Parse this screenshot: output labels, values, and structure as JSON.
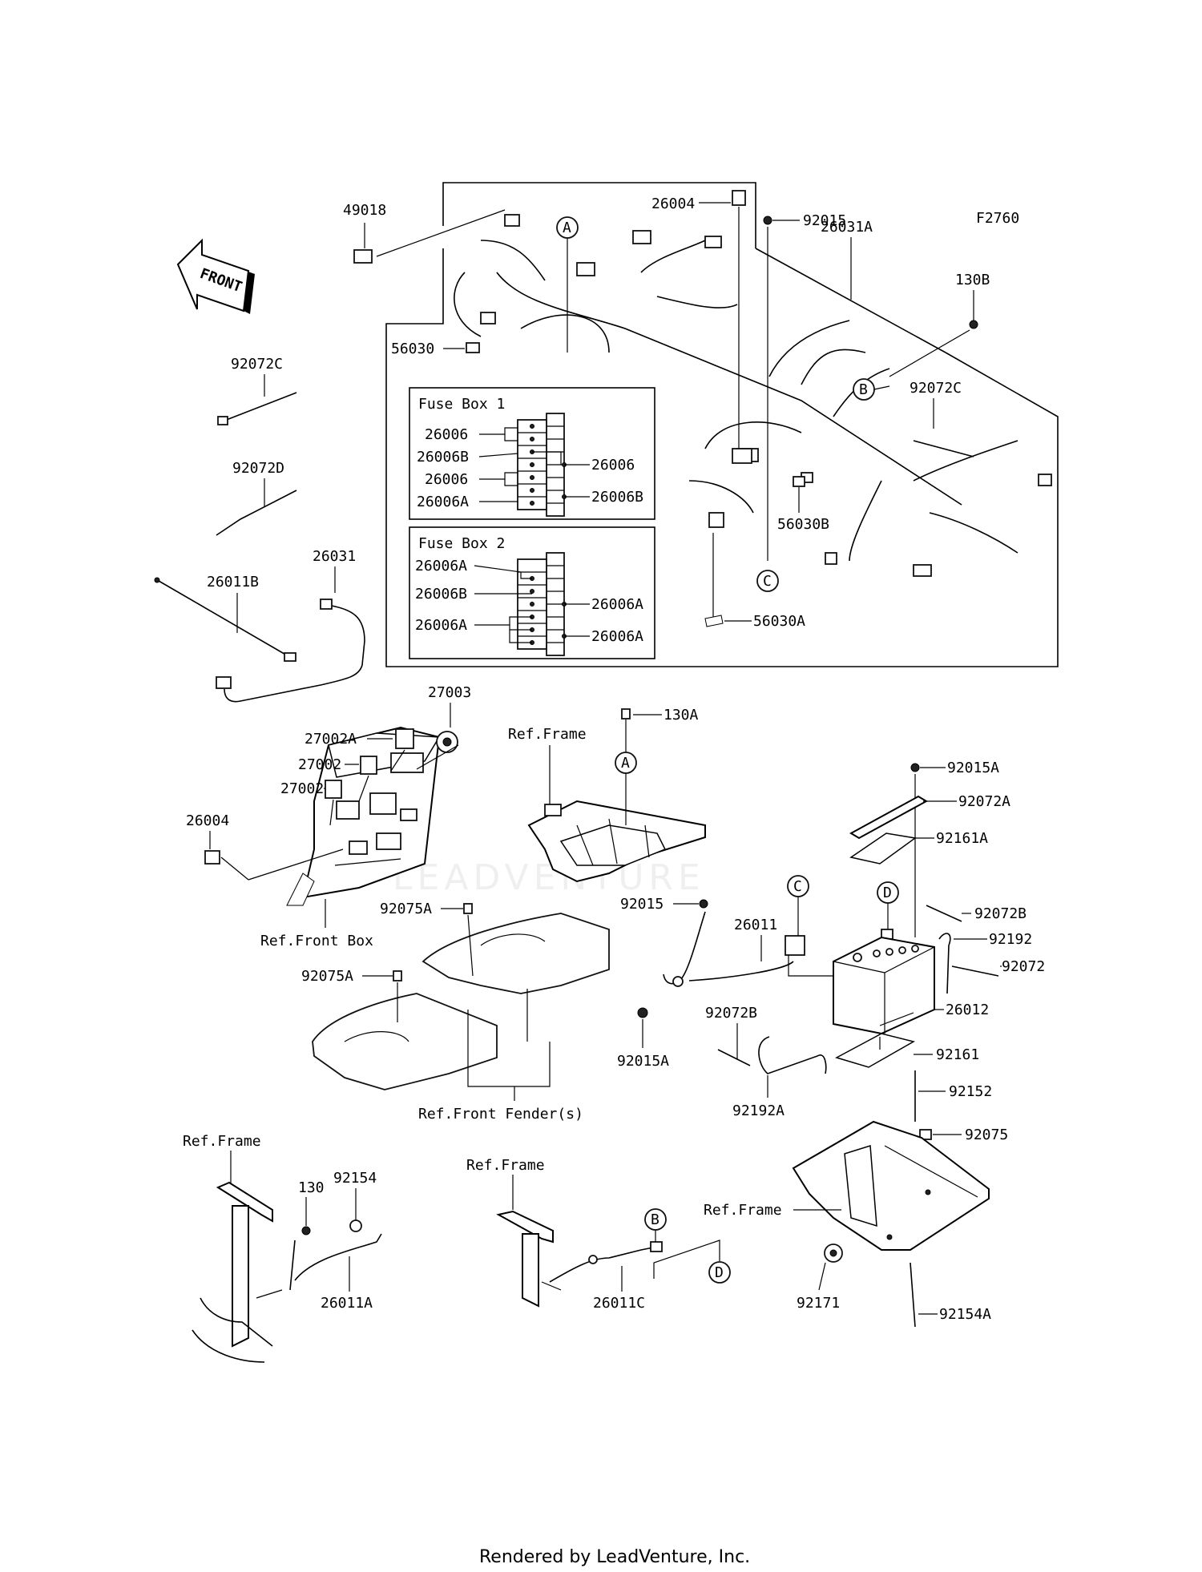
{
  "diagram": {
    "code": "F2760",
    "footer": "Rendered by LeadVenture, Inc.",
    "front_arrow": "FRONT",
    "watermark": "LEADVENTURE",
    "fuse_box_1": {
      "title": "Fuse Box 1",
      "left": [
        "26006",
        "26006B",
        "26006",
        "26006A"
      ],
      "right": [
        "26006",
        "26006B"
      ]
    },
    "fuse_box_2": {
      "title": "Fuse Box 2",
      "left": [
        "26006A",
        "26006B",
        "26006A"
      ],
      "right": [
        "26006A",
        "26006A"
      ]
    },
    "parts": {
      "p49018": "49018",
      "p26004_top": "26004",
      "p92015_top": "92015",
      "p26031A": "26031A",
      "p130B": "130B",
      "p92072C_right": "92072C",
      "p56030": "56030",
      "p56030B": "56030B",
      "p56030A": "56030A",
      "p92072C_left": "92072C",
      "p92072D": "92072D",
      "p26031": "26031",
      "p26011B": "26011B",
      "p27003": "27003",
      "p27002A": "27002A",
      "p27002_a": "27002",
      "p27002_b": "27002",
      "p26004_left": "26004",
      "p130A": "130A",
      "p92015A_top": "92015A",
      "p92072A": "92072A",
      "p92161A": "92161A",
      "p92075A_a": "92075A",
      "p92075A_b": "92075A",
      "p92015_mid": "92015",
      "p26011": "26011",
      "p92072B_a": "92072B",
      "p92192": "92192",
      "p92072": "92072",
      "p26012": "26012",
      "p92072B_b": "92072B",
      "p92015A_mid": "92015A",
      "p92161": "92161",
      "p92192A": "92192A",
      "p92152": "92152",
      "p92075": "92075",
      "p130": "130",
      "p92154": "92154",
      "p26011A": "26011A",
      "p26011C": "26011C",
      "p92171": "92171",
      "p92154A": "92154A"
    },
    "refs": {
      "frame_top": "Ref.Frame",
      "front_box": "Ref.Front Box",
      "front_fender": "Ref.Front Fender(s)",
      "frame_bl": "Ref.Frame",
      "frame_bm": "Ref.Frame",
      "frame_br": "Ref.Frame"
    },
    "callouts": {
      "A": "A",
      "B": "B",
      "C": "C",
      "D": "D"
    }
  }
}
